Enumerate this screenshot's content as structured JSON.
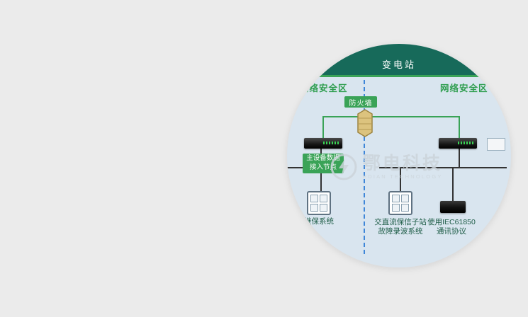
{
  "header": {
    "title": "变电站"
  },
  "zones": {
    "left": "网络安全区",
    "right": "网络安全区"
  },
  "firewall": {
    "label": "防火墙"
  },
  "access_node": {
    "line1": "主设备数据",
    "line2": "接入节点"
  },
  "device_labels": {
    "left": "继保系统",
    "mid_line1": "交直流保信子站",
    "mid_line2": "故障录波系统",
    "right_line1": "使用IEC61850",
    "right_line2": "通讯协议"
  },
  "watermark": {
    "cn": "鄂电科技",
    "en": "EDIAN TECHNOLOGY"
  },
  "colors": {
    "page_bg": "#ebebeb",
    "diagram_bg": "#d9e5ef",
    "header_teal": "#176a5a",
    "accent_green": "#3aa357",
    "divider_blue": "#3f86d8"
  }
}
